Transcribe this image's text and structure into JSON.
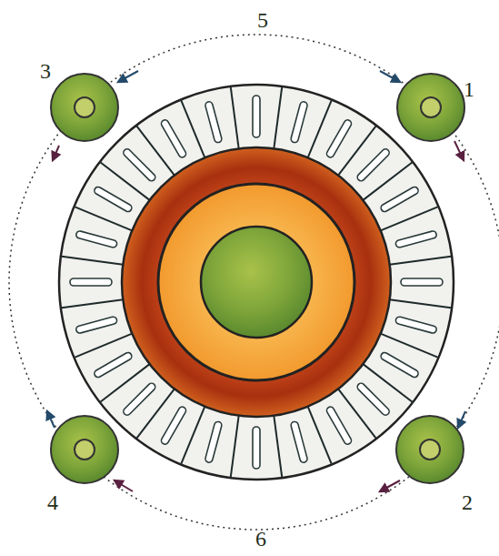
{
  "diagram": {
    "labels": [
      "5",
      "3",
      "1",
      "4",
      "2",
      "6"
    ]
  }
}
